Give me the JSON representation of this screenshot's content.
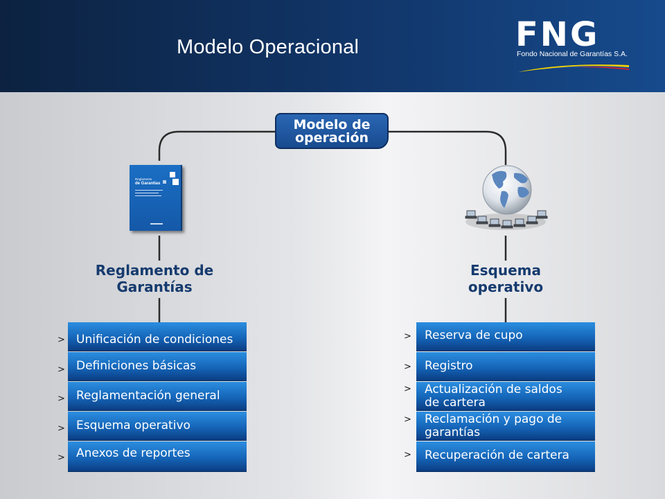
{
  "header": {
    "title": "Modelo Operacional",
    "logo_text": "FNG",
    "logo_subtitle": "Fondo Nacional de Garantías S.A."
  },
  "center_box": {
    "line1": "Modelo de",
    "line2": "operación"
  },
  "left_branch": {
    "heading_line1": "Reglamento de",
    "heading_line2": "Garantías",
    "document": {
      "title_small": "Reglamento",
      "title_big": "de Garantías"
    },
    "items": [
      {
        "bullet": ">",
        "label": "Unificación de condiciones"
      },
      {
        "bullet": ">",
        "label": "Definiciones básicas"
      },
      {
        "bullet": ">",
        "label": "Reglamentación general"
      },
      {
        "bullet": ">",
        "label": "Esquema operativo"
      },
      {
        "bullet": ">",
        "label": "Anexos de reportes"
      }
    ]
  },
  "right_branch": {
    "heading_line1": "Esquema",
    "heading_line2": "operativo",
    "items": [
      {
        "bullet": ">",
        "label": "Reserva de cupo"
      },
      {
        "bullet": ">",
        "label": "Registro"
      },
      {
        "bullet": ">",
        "label": "Actualización de saldos de cartera"
      },
      {
        "bullet": ">",
        "label": "Reclamación y pago de garantías"
      },
      {
        "bullet": ">",
        "label": "Recuperación de cartera"
      }
    ]
  },
  "colors": {
    "header_dark": "#0c2240",
    "header_light": "#164a8c",
    "accent_blue": "#1565b8",
    "heading_text": "#163b6e",
    "logo_swoosh_yellow": "#f2d100",
    "logo_swoosh_red": "#d4202a",
    "logo_swoosh_blue": "#1c4f9c"
  },
  "icons": {
    "document": "document-icon",
    "globe": "globe-network-icon"
  }
}
